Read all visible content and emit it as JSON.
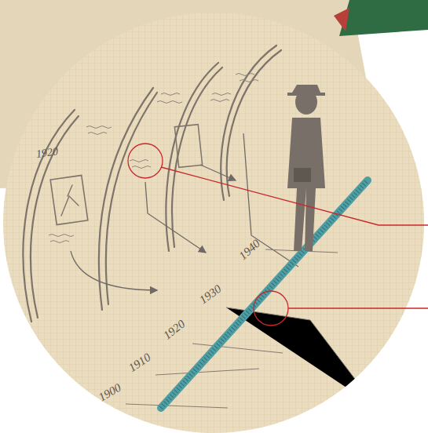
{
  "diagram": {
    "labels": [
      "1920",
      "1940",
      "1930",
      "1920",
      "1910",
      "1900"
    ]
  }
}
